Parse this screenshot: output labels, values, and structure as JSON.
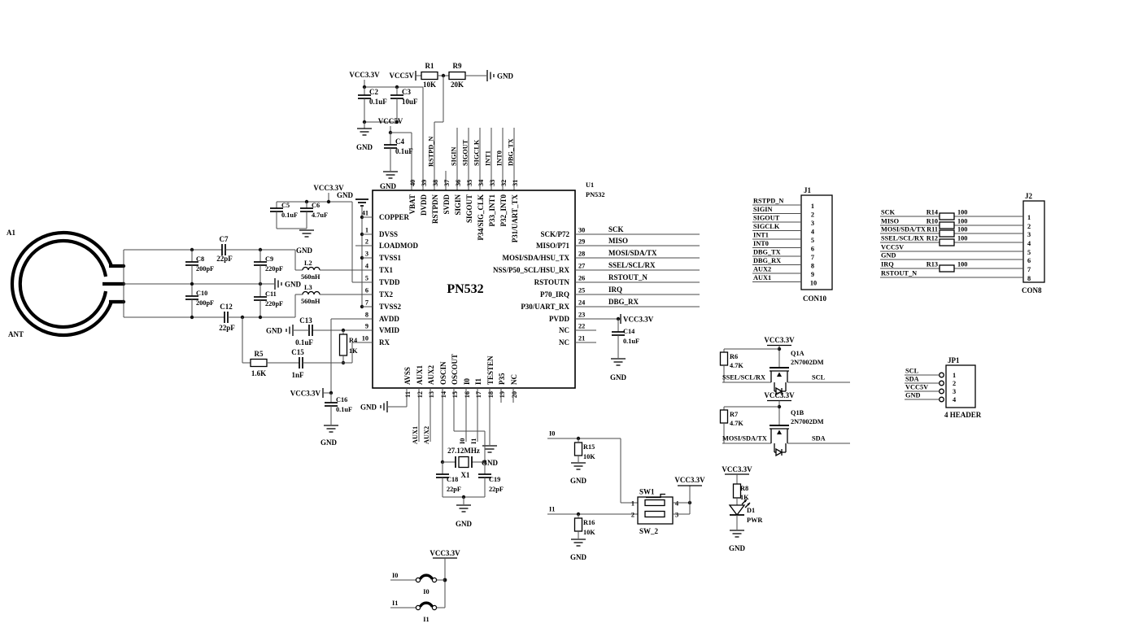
{
  "ic": {
    "refdes": "U1",
    "part": "PN532",
    "center_label": "PN532",
    "left_pins": [
      {
        "num": "41",
        "name": "COPPER"
      },
      {
        "num": "1",
        "name": "DVSS"
      },
      {
        "num": "2",
        "name": "LOADMOD"
      },
      {
        "num": "3",
        "name": "TVSS1"
      },
      {
        "num": "4",
        "name": "TX1"
      },
      {
        "num": "5",
        "name": "TVDD"
      },
      {
        "num": "6",
        "name": "TX2"
      },
      {
        "num": "7",
        "name": "TVSS2"
      },
      {
        "num": "8",
        "name": "AVDD"
      },
      {
        "num": "9",
        "name": "VMID"
      },
      {
        "num": "10",
        "name": "RX"
      }
    ],
    "top_pins": [
      {
        "num": "40",
        "name": "VBAT"
      },
      {
        "num": "39",
        "name": "DVDD"
      },
      {
        "num": "38",
        "name": "RSTPDN"
      },
      {
        "num": "37",
        "name": "SVDD"
      },
      {
        "num": "36",
        "name": "SIGIN"
      },
      {
        "num": "35",
        "name": "SIGOUT"
      },
      {
        "num": "34",
        "name": "P34/SIG_CLK"
      },
      {
        "num": "33",
        "name": "P33_INT1"
      },
      {
        "num": "32",
        "name": "P32_INT0"
      },
      {
        "num": "31",
        "name": "P31/UART_TX"
      }
    ],
    "right_pins": [
      {
        "num": "30",
        "name": "SCK/P72"
      },
      {
        "num": "29",
        "name": "MISO/P71"
      },
      {
        "num": "28",
        "name": "MOSI/SDA/HSU_TX"
      },
      {
        "num": "27",
        "name": "NSS/P50_SCL/HSU_RX"
      },
      {
        "num": "26",
        "name": "RSTOUTN"
      },
      {
        "num": "25",
        "name": "P70_IRQ"
      },
      {
        "num": "24",
        "name": "P30/UART_RX"
      },
      {
        "num": "23",
        "name": "PVDD"
      },
      {
        "num": "22",
        "name": "NC"
      },
      {
        "num": "21",
        "name": "NC"
      }
    ],
    "bottom_pins": [
      {
        "num": "11",
        "name": "AVSS"
      },
      {
        "num": "12",
        "name": "AUX1"
      },
      {
        "num": "13",
        "name": "AUX2"
      },
      {
        "num": "14",
        "name": "OSCIN"
      },
      {
        "num": "15",
        "name": "OSCOUT"
      },
      {
        "num": "16",
        "name": "I0"
      },
      {
        "num": "17",
        "name": "I1"
      },
      {
        "num": "18",
        "name": "TESTEN"
      },
      {
        "num": "19",
        "name": "P35"
      },
      {
        "num": "20",
        "name": "NC"
      }
    ]
  },
  "power": {
    "vcc33": "VCC3.3V",
    "vcc5": "VCC5V",
    "gnd": "GND"
  },
  "nets": {
    "sck": "SCK",
    "miso": "MISO",
    "mosi": "MOSI/SDA/TX",
    "ssel": "SSEL/SCL/RX",
    "rstout": "RSTOUT_N",
    "irq": "IRQ",
    "dbgrx": "DBG_RX",
    "dbgtx": "DBG_TX",
    "rstpd": "RSTPD_N",
    "sigin": "SIGIN",
    "sigout": "SIGOUT",
    "sigclk": "SIGCLK",
    "int1": "INT1",
    "int0": "INT0",
    "aux1": "AUX1",
    "aux2": "AUX2",
    "i0": "I0",
    "i1": "I1",
    "scl": "SCL",
    "sda": "SDA"
  },
  "parts": {
    "r1": {
      "ref": "R1",
      "val": "10K"
    },
    "r9": {
      "ref": "R9",
      "val": "20K"
    },
    "r4": {
      "ref": "R4",
      "val": "1K"
    },
    "r5": {
      "ref": "R5",
      "val": "1.6K"
    },
    "r6": {
      "ref": "R6",
      "val": "4.7K"
    },
    "r7": {
      "ref": "R7",
      "val": "4.7K"
    },
    "r8": {
      "ref": "R8",
      "val": "1K"
    },
    "r10": {
      "ref": "R10",
      "val": "100"
    },
    "r11": {
      "ref": "R11",
      "val": "100"
    },
    "r12": {
      "ref": "R12",
      "val": "100"
    },
    "r13": {
      "ref": "R13",
      "val": "100"
    },
    "r14": {
      "ref": "R14",
      "val": "100"
    },
    "r15": {
      "ref": "R15",
      "val": "10K"
    },
    "r16": {
      "ref": "R16",
      "val": "10K"
    },
    "c2": {
      "ref": "C2",
      "val": "0.1uF"
    },
    "c3": {
      "ref": "C3",
      "val": "10uF"
    },
    "c4": {
      "ref": "C4",
      "val": "0.1uF"
    },
    "c5": {
      "ref": "C5",
      "val": "0.1uF"
    },
    "c6": {
      "ref": "C6",
      "val": "4.7uF"
    },
    "c7": {
      "ref": "C7",
      "val": "22pF"
    },
    "c8": {
      "ref": "C8",
      "val": "200pF"
    },
    "c9": {
      "ref": "C9",
      "val": "220pF"
    },
    "c10": {
      "ref": "C10",
      "val": "200pF"
    },
    "c11": {
      "ref": "C11",
      "val": "220pF"
    },
    "c12": {
      "ref": "C12",
      "val": "22pF"
    },
    "c13": {
      "ref": "C13",
      "val": "0.1uF"
    },
    "c14": {
      "ref": "C14",
      "val": "0.1uF"
    },
    "c15": {
      "ref": "C15",
      "val": "1nF"
    },
    "c16": {
      "ref": "C16",
      "val": "0.1uF"
    },
    "c18": {
      "ref": "C18",
      "val": "22pF"
    },
    "c19": {
      "ref": "C19",
      "val": "22pF"
    },
    "l2": {
      "ref": "L2",
      "val": "560nH"
    },
    "l3": {
      "ref": "L3",
      "val": "560nH"
    },
    "x1": {
      "ref": "X1",
      "val": "27.12MHz"
    },
    "d1": {
      "ref": "D1",
      "val": "PWR"
    },
    "q1a": {
      "ref": "Q1A",
      "val": "2N7002DM"
    },
    "q1b": {
      "ref": "Q1B",
      "val": "2N7002DM"
    }
  },
  "antenna": {
    "refdes": "A1",
    "label": "ANT"
  },
  "j1": {
    "refdes": "J1",
    "footprint": "CON10",
    "pins": [
      "1",
      "2",
      "3",
      "4",
      "5",
      "6",
      "7",
      "8",
      "9",
      "10"
    ],
    "signals": [
      "RSTPD_N",
      "SIGIN",
      "SIGOUT",
      "SIGCLK",
      "INT1",
      "INT0",
      "DBG_TX",
      "DBG_RX",
      "AUX2",
      "AUX1"
    ]
  },
  "j2": {
    "refdes": "J2",
    "footprint": "CON8",
    "pins": [
      "1",
      "2",
      "3",
      "4",
      "5",
      "6",
      "7",
      "8"
    ],
    "signals": [
      "SCK",
      "MISO",
      "MOSI/SDA/TX",
      "SSEL/SCL/RX",
      "VCC5V",
      "GND",
      "IRQ",
      "RSTOUT_N"
    ]
  },
  "jp1": {
    "refdes": "JP1",
    "footprint": "4 HEADER",
    "pins": [
      "1",
      "2",
      "3",
      "4"
    ],
    "signals": [
      "SCL",
      "SDA",
      "VCC5V",
      "GND"
    ]
  },
  "sw1": {
    "refdes": "SW1",
    "type": "SW_2",
    "p1": "1",
    "p2": "2",
    "p3": "3",
    "p4": "4"
  }
}
